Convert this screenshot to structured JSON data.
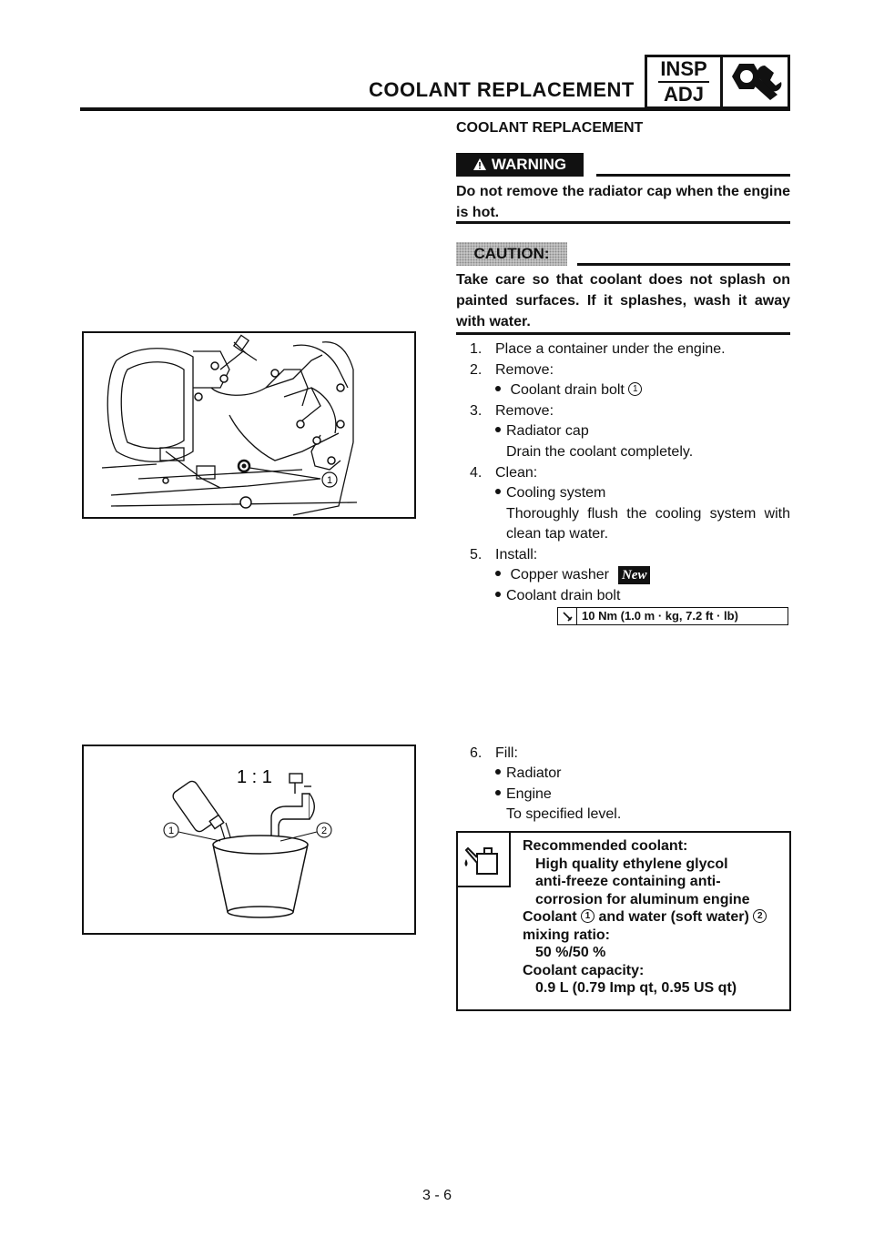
{
  "header": {
    "title": "COOLANT REPLACEMENT",
    "badge_top": "INSP",
    "badge_bottom": "ADJ",
    "icon": "wrench-bolt-icon"
  },
  "section_title": "COOLANT REPLACEMENT",
  "warning": {
    "label": "WARNING",
    "text": "Do not remove the radiator cap when the engine is hot."
  },
  "caution": {
    "label": "CAUTION:",
    "text": "Take care so that coolant does not splash on painted surfaces. If it splashes, wash it away with water."
  },
  "steps": {
    "s1": {
      "num": "1.",
      "text": "Place a container under the engine."
    },
    "s2": {
      "num": "2.",
      "text": "Remove:",
      "item": "Coolant drain bolt",
      "item_ref": "1"
    },
    "s3": {
      "num": "3.",
      "text": "Remove:",
      "item": "Radiator cap",
      "note": "Drain the coolant completely."
    },
    "s4": {
      "num": "4.",
      "text": "Clean:",
      "item": "Cooling system",
      "note": "Thoroughly flush the cooling system with clean tap water."
    },
    "s5": {
      "num": "5.",
      "text": "Install:",
      "item1": "Copper washer",
      "new_label": "New",
      "item2": "Coolant drain bolt"
    },
    "s6": {
      "num": "6.",
      "text": "Fill:",
      "item1": "Radiator",
      "item2": "Engine",
      "note": "To specified level."
    }
  },
  "torque": {
    "value": "10 Nm (1.0 m · kg, 7.2 ft · lb)"
  },
  "figure1": {
    "callout": "1"
  },
  "figure2": {
    "ratio": "1 : 1",
    "callout1": "1",
    "callout2": "2"
  },
  "coolant": {
    "heading": "Recommended coolant:",
    "line1": "High quality ethylene glycol",
    "line2": "anti-freeze containing anti-",
    "line3": "corrosion for aluminum engine",
    "mix_a": "Coolant",
    "mix_ref1": "1",
    "mix_b": "and water (soft water)",
    "mix_ref2": "2",
    "mix_label": "mixing ratio:",
    "mix_value": "50 %/50 %",
    "capacity_label": "Coolant capacity:",
    "capacity_value": "0.9 L (0.79 Imp qt, 0.95 US qt)"
  },
  "page_number": "3 - 6"
}
